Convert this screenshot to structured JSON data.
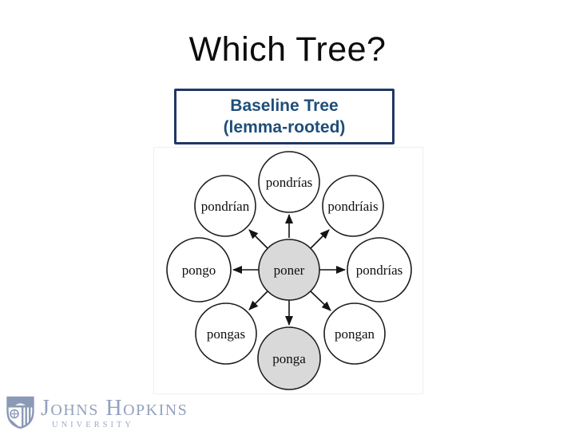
{
  "slide": {
    "title": "Which Tree?",
    "box": {
      "line1": "Baseline Tree",
      "line2": "(lemma-rooted)"
    }
  },
  "diagram": {
    "type": "radial-tree",
    "arrows": "outward-from-center",
    "nodes": [
      {
        "position": "center",
        "label": "poner",
        "filled": true
      },
      {
        "position": "top",
        "label": "pondrías",
        "filled": false
      },
      {
        "position": "upper-left",
        "label": "pondrían",
        "filled": false
      },
      {
        "position": "upper-right",
        "label": "pondríais",
        "filled": false
      },
      {
        "position": "left",
        "label": "pongo",
        "filled": false
      },
      {
        "position": "right",
        "label": "pondrías",
        "filled": false
      },
      {
        "position": "lower-left",
        "label": "pongas",
        "filled": false
      },
      {
        "position": "bottom",
        "label": "ponga",
        "filled": true
      },
      {
        "position": "lower-right",
        "label": "pongan",
        "filled": false
      }
    ]
  },
  "logo": {
    "institution": "Johns Hopkins",
    "line2": "UNIVERSITY"
  },
  "colors": {
    "box_border_navy": "#1f3864",
    "box_text_blue": "#1f4e79",
    "node_fill_gray": "#d9d9d9",
    "node_stroke": "#1c1c1c",
    "logo_slate_blue": "#93a1bd"
  }
}
